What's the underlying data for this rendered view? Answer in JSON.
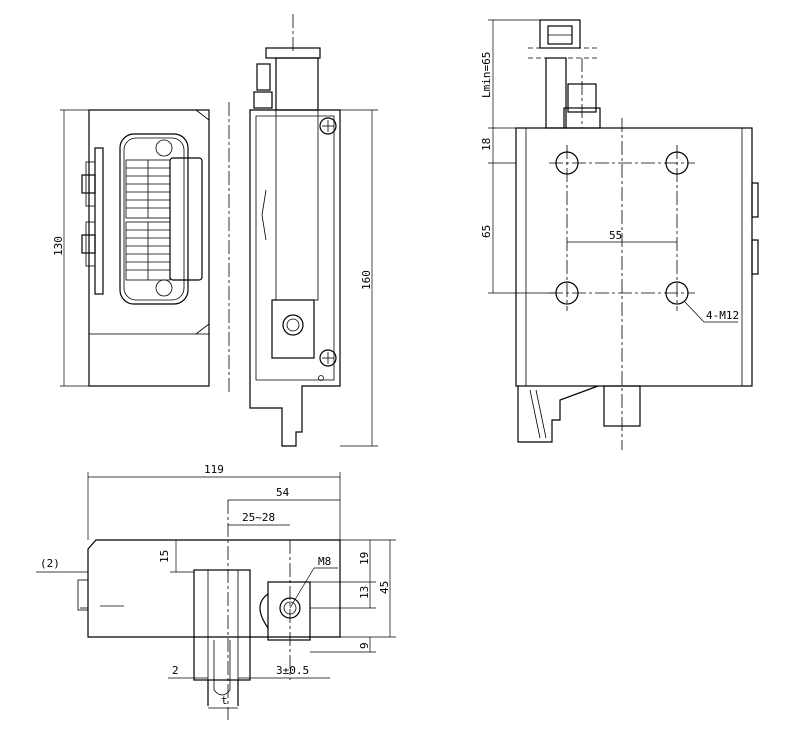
{
  "front_view": {
    "height_left": "130",
    "height_right": "160"
  },
  "side_view": {
    "stroke_label": "Lmin=65",
    "top_offset": "18",
    "hole_pitch_v": "65",
    "hole_pitch_h": "55",
    "hole_callout": "4-M12"
  },
  "top_view": {
    "overall_width": "119",
    "width_54": "54",
    "range_25_28": "25~28",
    "paren_2": "(2)",
    "depth_15": "15",
    "thread": "M8",
    "height_19": "19",
    "height_13": "13",
    "height_45": "45",
    "height_9": "9",
    "gap_2": "2",
    "tolerance": "3±0.5",
    "thickness_t": "t"
  }
}
